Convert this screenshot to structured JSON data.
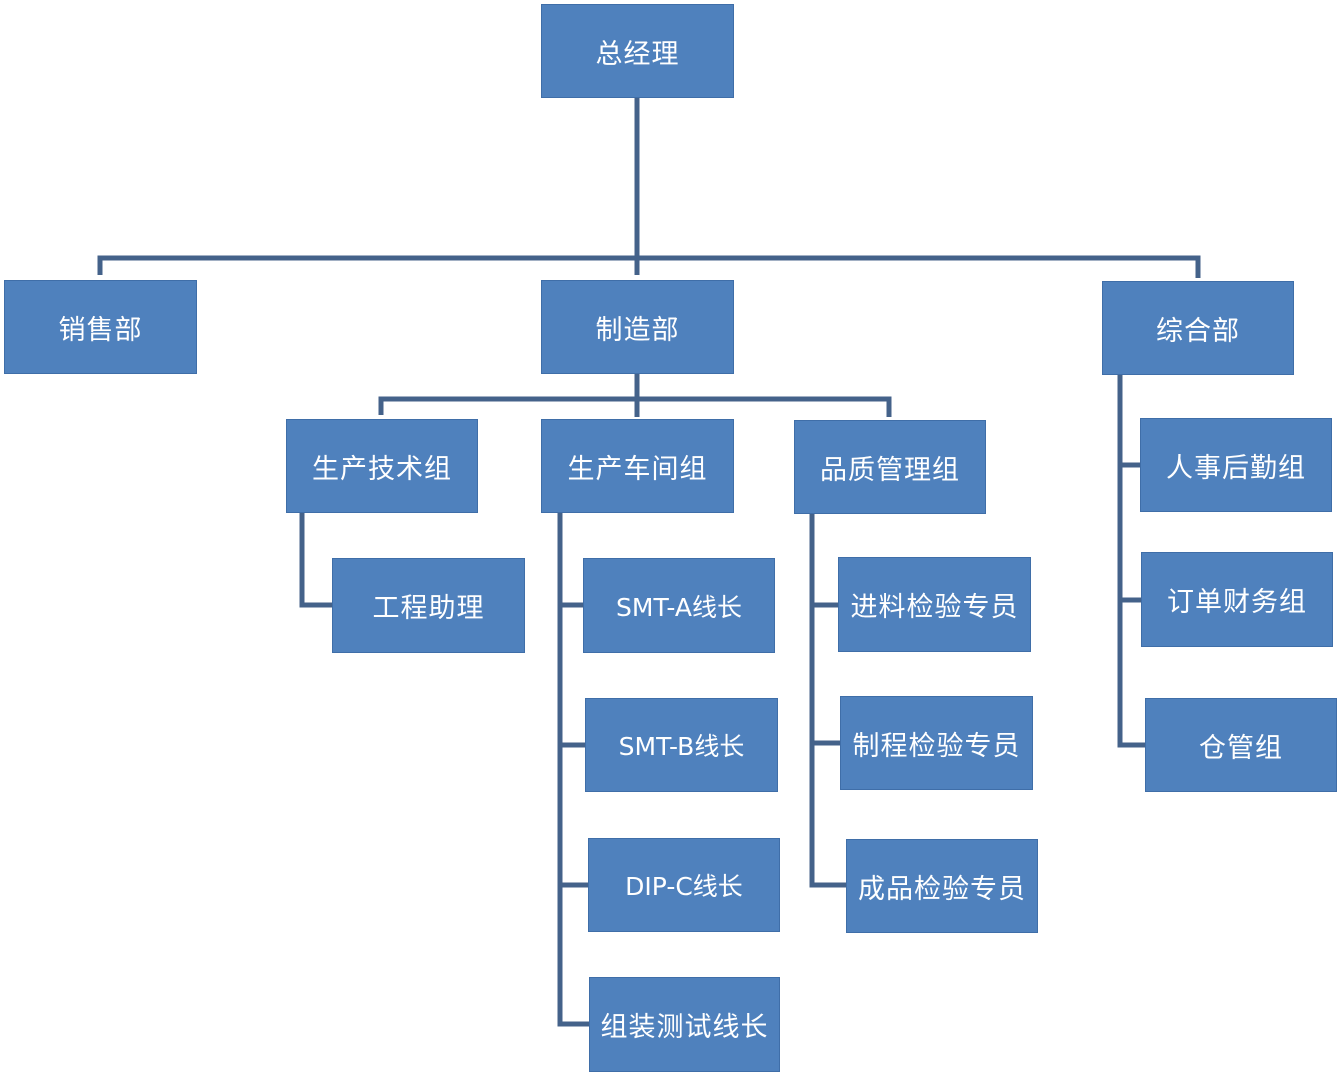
{
  "colors": {
    "box_fill": "#4f81bd",
    "box_text": "#ffffff",
    "connector": "#44628a"
  },
  "org": {
    "gm": "总经理",
    "sales": "销售部",
    "manufacturing": "制造部",
    "general": "综合部",
    "tech_group": "生产技术组",
    "workshop_group": "生产车间组",
    "quality_group": "品质管理组",
    "engineering_assistant": "工程助理",
    "smt_a": "SMT-A线长",
    "smt_b": "SMT-B线长",
    "dip_c": "DIP-C线长",
    "assembly_test": "组装测试线长",
    "incoming_inspector": "进料检验专员",
    "process_inspector": "制程检验专员",
    "final_inspector": "成品检验专员",
    "hr_logistics": "人事后勤组",
    "order_finance": "订单财务组",
    "warehouse": "仓管组"
  }
}
